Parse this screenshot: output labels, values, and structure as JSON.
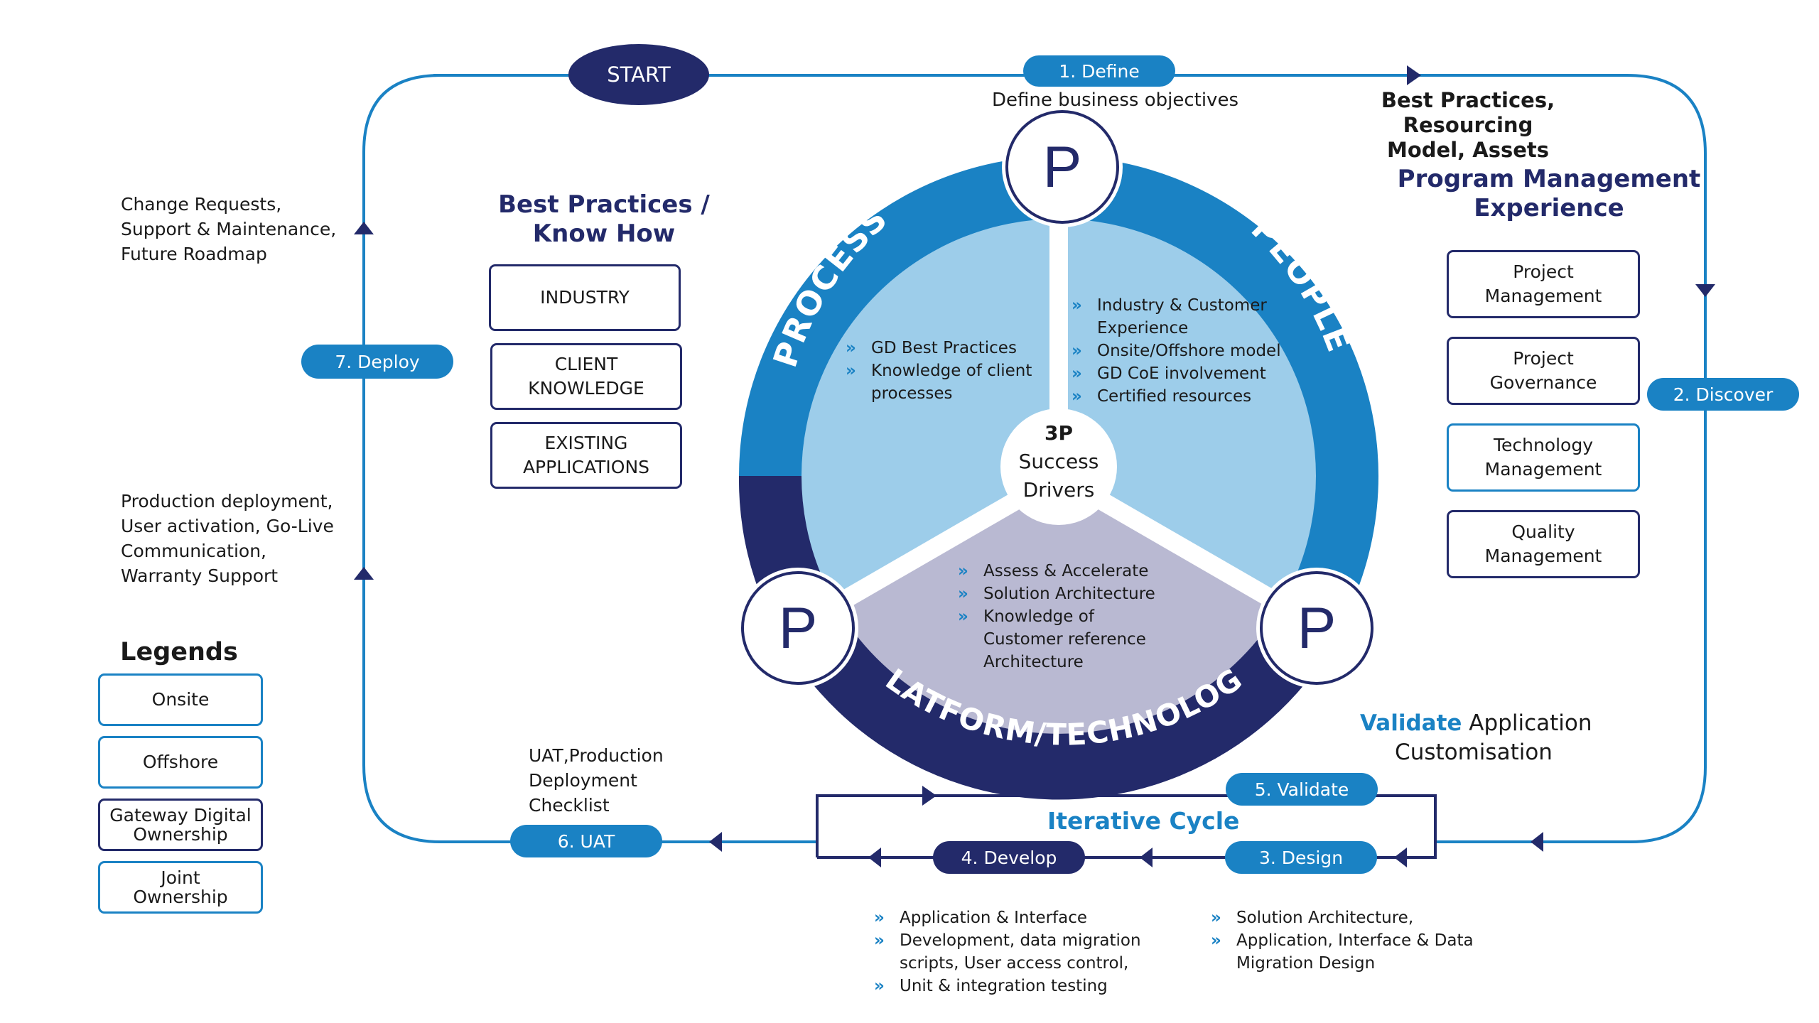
{
  "start_label": "START",
  "steps": {
    "define": "1. Define",
    "discover": "2. Discover",
    "design": "3. Design",
    "develop": "4. Develop",
    "validate": "5. Validate",
    "uat": "6. UAT",
    "deploy": "7. Deploy"
  },
  "define_caption": "Define business objectives",
  "top_right_caption": "Best Practices, Resourcing\nModel, Assets",
  "left_top_caption": "Change Requests,\nSupport & Maintenance,\nFuture Roadmap",
  "left_mid_caption": "Production deployment,\nUser activation, Go-Live\nCommunication,\nWarranty Support",
  "uat_caption": "UAT,Production\nDeployment\nChecklist",
  "best_practices": {
    "heading": "Best Practices /\nKnow How",
    "items": [
      "INDUSTRY",
      "CLIENT\nKNOWLEDGE",
      "EXISTING\nAPPLICATIONS"
    ]
  },
  "program_mgmt": {
    "heading": "Program Management\nExperience",
    "items": [
      "Project\nManagement",
      "Project\nGovernance",
      "Technology\nManagement",
      "Quality\nManagement"
    ]
  },
  "legends": {
    "title": "Legends",
    "items": [
      "Onsite",
      "Offshore",
      "Gateway Digital\nOwnership",
      "Joint\nOwnership"
    ]
  },
  "wheel": {
    "p_letter": "P",
    "center": "3P\nSuccess\nDrivers",
    "process_label": "PROCESS",
    "people_label": "PEOPLE",
    "platform_label": "PLATFORM/TECHNOLOGY",
    "process_items": [
      "GD Best Practices",
      "Knowledge of client\nprocesses"
    ],
    "people_items": [
      "Industry & Customer\nExperience",
      "Onsite/Offshore model",
      "GD CoE involvement",
      "Certified resources"
    ],
    "platform_items": [
      "Assess & Accelerate",
      "Solution Architecture",
      "Knowledge of\nCustomer reference\nArchitecture"
    ],
    "colors": {
      "dark_blue": "#232a6a",
      "blue": "#1a82c4",
      "light_blue": "#9dcdea",
      "grey": "#b9b9d2"
    }
  },
  "validate_caption": {
    "highlight": "Validate",
    "rest_line1": "Application",
    "rest_line2": "Customisation"
  },
  "iterative_cycle": "Iterative Cycle",
  "develop_items": [
    "Application & Interface",
    "Development, data migration\nscripts, User access control,",
    "Unit & integration testing"
  ],
  "design_items": [
    "Solution Architecture,",
    "Application, Interface & Data\nMigration Design"
  ],
  "bullet_glyph": "»"
}
